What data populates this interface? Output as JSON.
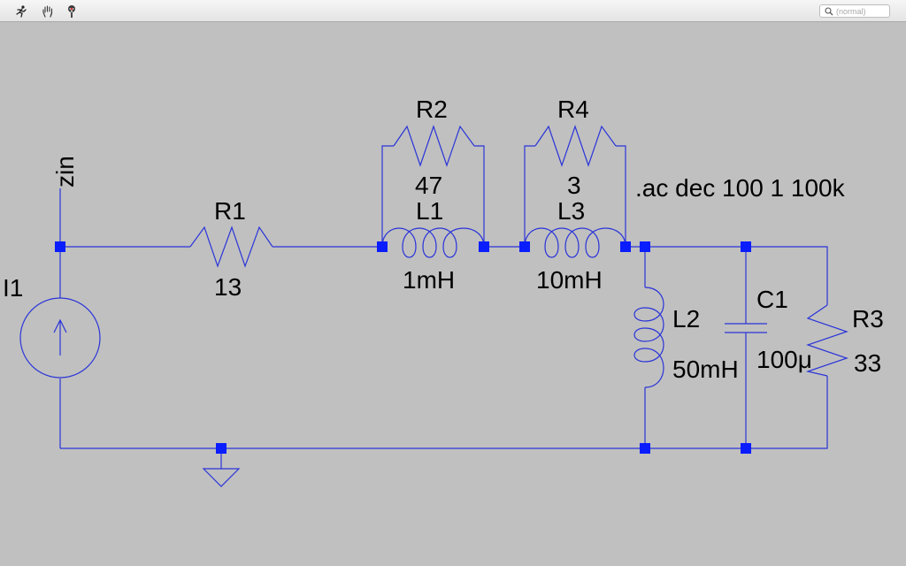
{
  "toolbar": {
    "search_placeholder": "(normal)"
  },
  "icons": [
    "run-icon",
    "hand-icon",
    "probe-icon",
    "search-icon"
  ],
  "colors": {
    "canvas": "#c0c0c0",
    "wire": "#2a34d8",
    "node": "#0a1dff",
    "text": "#000000"
  },
  "labels": {
    "net_zin": "zin",
    "spice_directive": ".ac dec 100 1 100k"
  },
  "components": {
    "I1": {
      "name": "I1"
    },
    "R1": {
      "name": "R1",
      "value": "13"
    },
    "R2": {
      "name": "R2",
      "value": "47"
    },
    "L1": {
      "name": "L1",
      "value": "1mH"
    },
    "R4": {
      "name": "R4",
      "value": "3"
    },
    "L3": {
      "name": "L3",
      "value": "10mH"
    },
    "L2": {
      "name": "L2",
      "value": "50mH"
    },
    "C1": {
      "name": "C1",
      "value": "100μ"
    },
    "R3": {
      "name": "R3",
      "value": "33"
    }
  }
}
